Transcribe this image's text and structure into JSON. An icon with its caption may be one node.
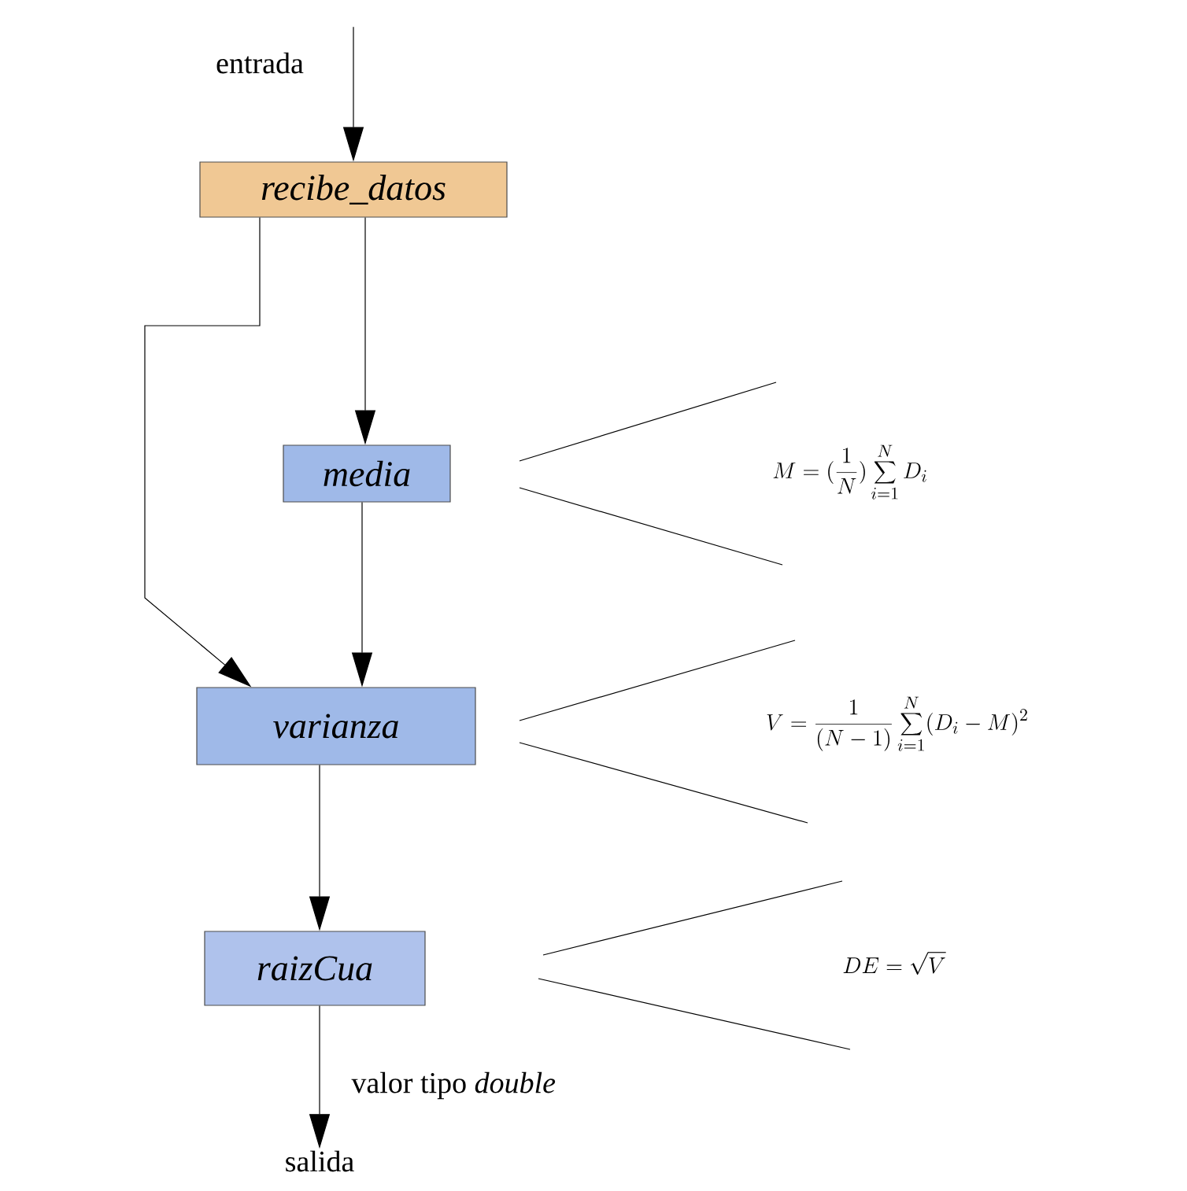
{
  "diagram": {
    "nodes": [
      {
        "text": [
          "entrada"
        ]
      },
      {
        "text": [
          "recibe_datos"
        ]
      },
      {
        "text": [
          "media"
        ]
      },
      {
        "text": [
          "varianza"
        ]
      },
      {
        "text": [
          "raizCua"
        ]
      },
      {
        "text": [
          "salida"
        ]
      }
    ],
    "edges": [
      {
        "from": 0,
        "to": 1,
        "arrow": "to"
      },
      {
        "from": 1,
        "to": 2,
        "arrow": "to"
      },
      {
        "from": 1,
        "to": 3,
        "arrow": "to"
      },
      {
        "from": 2,
        "to": 3,
        "arrow": "to"
      },
      {
        "from": 3,
        "to": 4,
        "arrow": "to"
      },
      {
        "from": 4,
        "to": 5,
        "arrow": "to",
        "label": "valor tipo *double*"
      }
    ],
    "labels": [
      "M=(\\frac{1}{N})\\sum_{i=1}^{N} D_i",
      "V=\\frac{1}{(N-1)}\\sum_{i=1}^{N}(D_i-M)^2",
      "DE=\\sqrt{V}"
    ]
  }
}
